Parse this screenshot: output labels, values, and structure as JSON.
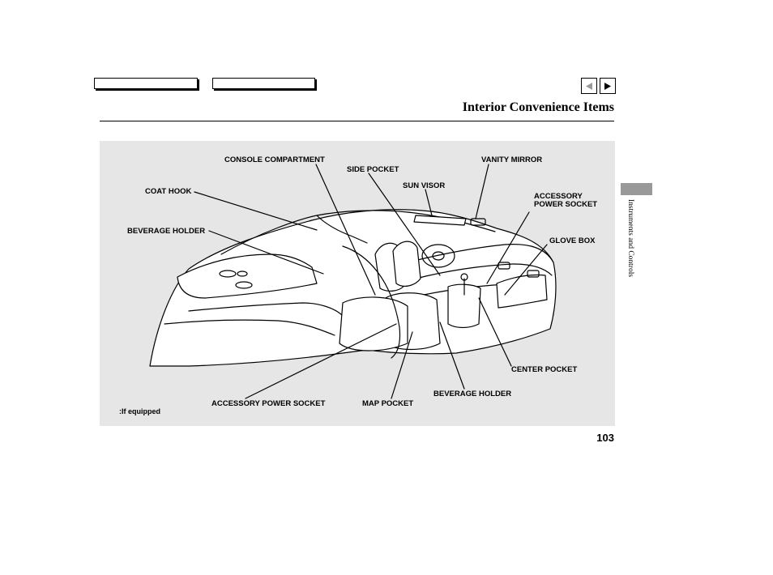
{
  "header": {
    "title": "Interior Convenience Items",
    "prev_icon": "triangle-left-icon",
    "next_icon": "triangle-right-icon"
  },
  "diagram": {
    "labels": {
      "console_compartment": "CONSOLE COMPARTMENT",
      "side_pocket": "SIDE POCKET",
      "vanity_mirror": "VANITY MIRROR",
      "sun_visor": "SUN VISOR",
      "coat_hook": "COAT HOOK",
      "accessory_power_socket_front": "ACCESSORY POWER SOCKET",
      "beverage_holder_rear": "BEVERAGE HOLDER",
      "glove_box": "GLOVE BOX",
      "center_pocket": "CENTER POCKET",
      "beverage_holder_front": "BEVERAGE HOLDER",
      "accessory_power_socket_rear": "ACCESSORY POWER SOCKET",
      "map_pocket": "MAP POCKET"
    },
    "note": ":If equipped"
  },
  "sidebar": {
    "section": "Instruments and Controls"
  },
  "footer": {
    "page_number": "103"
  }
}
